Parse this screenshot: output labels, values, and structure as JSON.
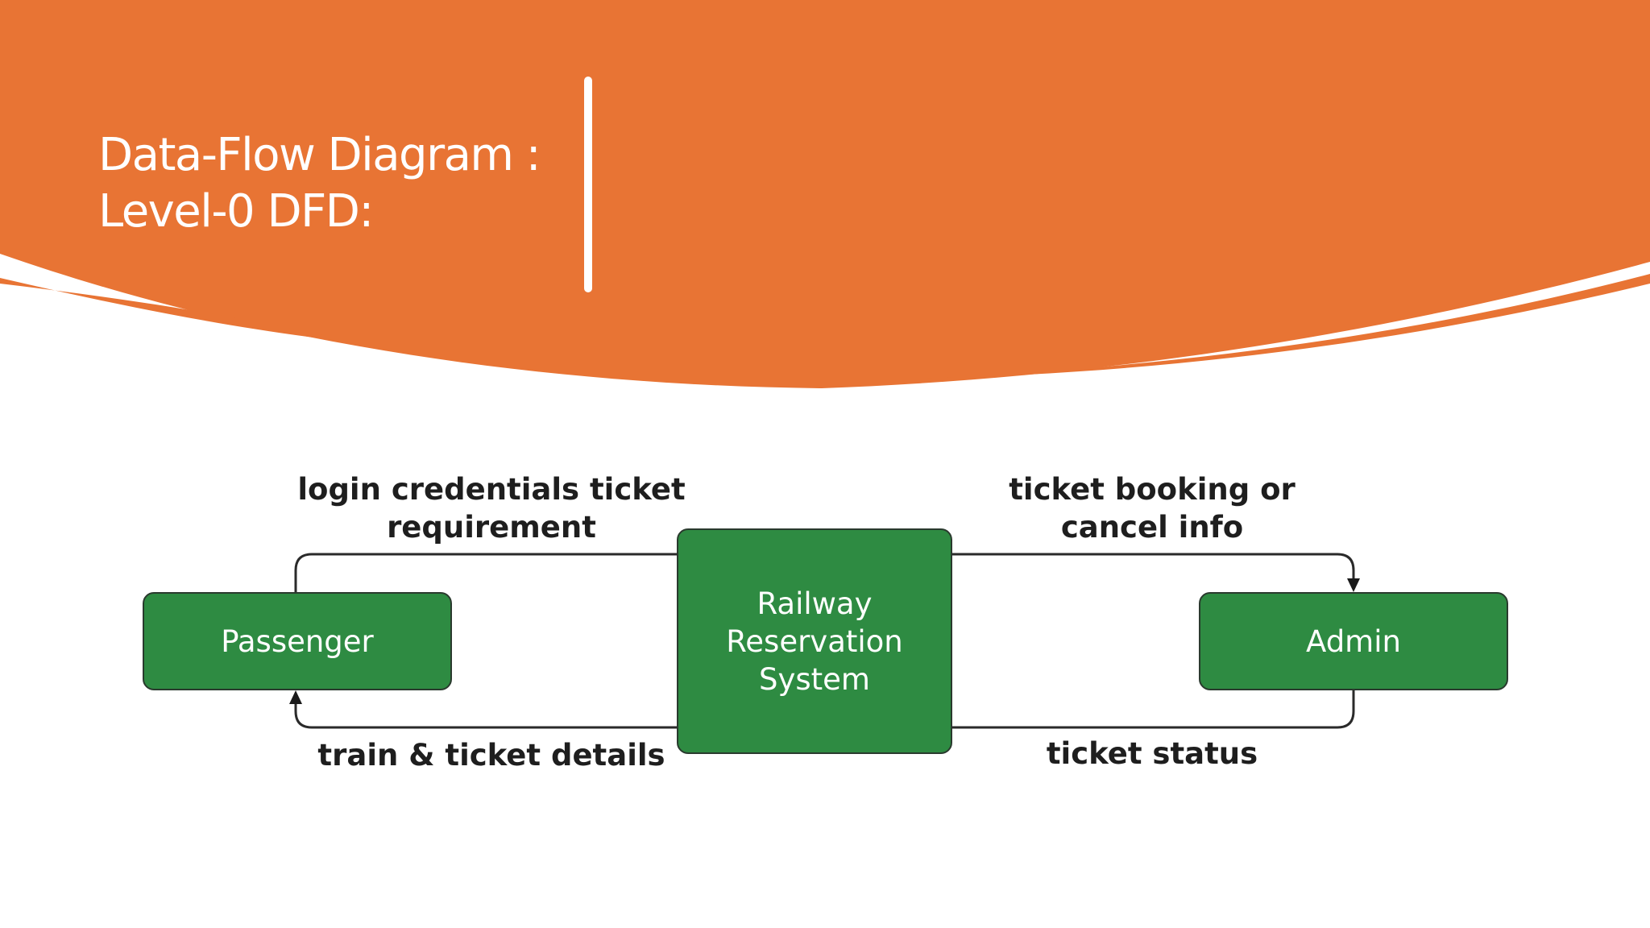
{
  "slide": {
    "title_line1": "Data-Flow Diagram :",
    "title_line2": "Level-0 DFD:"
  },
  "colors": {
    "banner": "#e87434",
    "node_fill": "#2e8b42",
    "node_text": "#ffffff",
    "label_text": "#1e1e1e"
  },
  "diagram": {
    "nodes": {
      "passenger": "Passenger",
      "system_line1": "Railway",
      "system_line2": "Reservation",
      "system_line3": "System",
      "admin": "Admin"
    },
    "flows": {
      "login_line1": "login credentials ticket",
      "login_line2": "requirement",
      "train_details": "train & ticket details",
      "booking_line1": "ticket booking or",
      "booking_line2": "cancel info",
      "ticket_status": "ticket status"
    }
  }
}
